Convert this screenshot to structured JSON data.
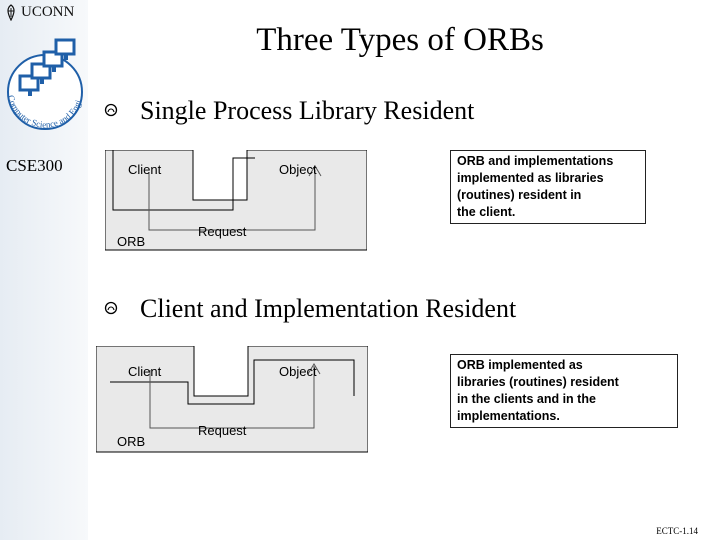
{
  "branding": {
    "university": "UCONN",
    "course": "CSE300",
    "logo_arc_text": "Computer Science and Engineering"
  },
  "title": "Three Types of ORBs",
  "sections": [
    {
      "heading": "Single Process Library Resident",
      "diagram": {
        "client": "Client",
        "object": "Object",
        "orb": "ORB",
        "request": "Request"
      },
      "note": [
        "ORB and implementations",
        "implemented as libraries",
        "(routines) resident in",
        "the client."
      ]
    },
    {
      "heading": "Client and Implementation Resident",
      "diagram": {
        "client": "Client",
        "object": "Object",
        "orb": "ORB",
        "request": "Request"
      },
      "note": [
        "ORB implemented as",
        "libraries (routines) resident",
        "in the clients and in the",
        "implementations."
      ]
    }
  ],
  "footer": "ECTC-1.14",
  "colors": {
    "sidebar": "#e6ecf3",
    "logo_blue": "#1f5fa8",
    "diagram_fill": "#e9e9e9"
  }
}
